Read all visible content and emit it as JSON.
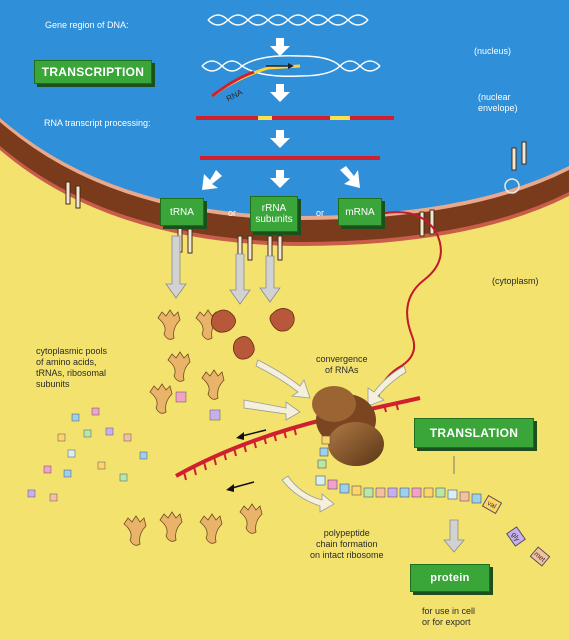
{
  "nucleus": {
    "gene_region_label": "Gene region of DNA:",
    "nucleus_label": "(nucleus)",
    "envelope_label": "(nuclear\nenvelope)",
    "processing_label": "RNA transcript processing:",
    "rna_label": "RNA"
  },
  "boxes": {
    "transcription": "TRANSCRIPTION",
    "trna": "tRNA",
    "rrna": "rRNA\nsubunits",
    "mrna": "mRNA",
    "translation": "TRANSLATION",
    "protein": "protein"
  },
  "connectors": {
    "or_1": "or",
    "or_2": "or"
  },
  "cytoplasm": {
    "cytoplasm_label": "(cytoplasm)",
    "pools_label": "cytoplasmic pools\nof amino acids,\ntRNAs, ribosomal\nsubunits",
    "convergence_label": "convergence\nof RNAs",
    "polypeptide_label": "polypeptide\nchain formation\non intact ribosome",
    "use_label": "for use in cell\nor for export"
  },
  "amino_acids": [
    "val",
    "gly",
    "met"
  ],
  "colors": {
    "nucleus_blue": "#2f8fd8",
    "cytoplasm_yellow": "#f3e36e",
    "envelope_brown": "#7a3a1c",
    "box_green": "#3aa63a",
    "arrow_gray": "#cfcfcf",
    "mrna_red": "#c8102e",
    "ribosome_brown": "#8a5a2b"
  }
}
